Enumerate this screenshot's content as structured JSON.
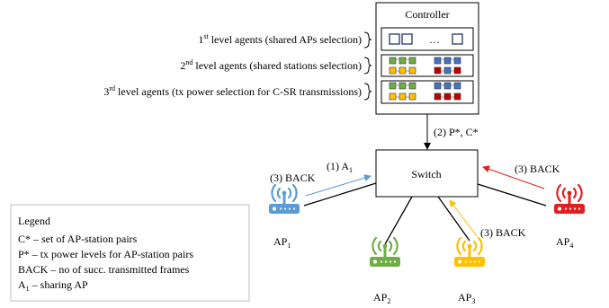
{
  "controller": {
    "title": "Controller",
    "ellipsis": "…",
    "agents": [
      {
        "ord": "1",
        "sup": "st",
        "text": " level agents (shared APs selection)"
      },
      {
        "ord": "2",
        "sup": "nd",
        "text": " level agents  (shared stations selection)"
      },
      {
        "ord": "3",
        "sup": "rd",
        "text": " level agents (tx power selection for C-SR transmissions)"
      }
    ]
  },
  "switch": {
    "label": "Switch"
  },
  "messages": {
    "controller_to_switch": "(2) P*, C*",
    "back": "(3) BACK",
    "sharing_prefix": "(1) A",
    "sharing_sub": "1"
  },
  "aps": [
    {
      "name": "AP",
      "sub": "1",
      "color": "#5B9BD5"
    },
    {
      "name": "AP",
      "sub": "2",
      "color": "#70AD47"
    },
    {
      "name": "AP",
      "sub": "3",
      "color": "#FFC000"
    },
    {
      "name": "AP",
      "sub": "4",
      "color": "#E02020"
    }
  ],
  "legend": {
    "title": "Legend",
    "items": [
      {
        "key": "C*",
        "sub": "",
        "text": " – set of AP-station pairs"
      },
      {
        "key": "P*",
        "sub": "",
        "text": " – tx power levels for AP-station pairs"
      },
      {
        "key": "BACK",
        "sub": "",
        "text": " – no of succ. transmitted frames"
      },
      {
        "key": "A",
        "sub": "1",
        "text": " – sharing AP"
      }
    ]
  },
  "colors": {
    "green": "#70AD47",
    "yellow": "#FFC000",
    "blue": "#4472C4",
    "red": "#C00000",
    "arrow_blue": "#5B9BD5",
    "arrow_yellow": "#FFC000",
    "arrow_red": "#E02020"
  }
}
